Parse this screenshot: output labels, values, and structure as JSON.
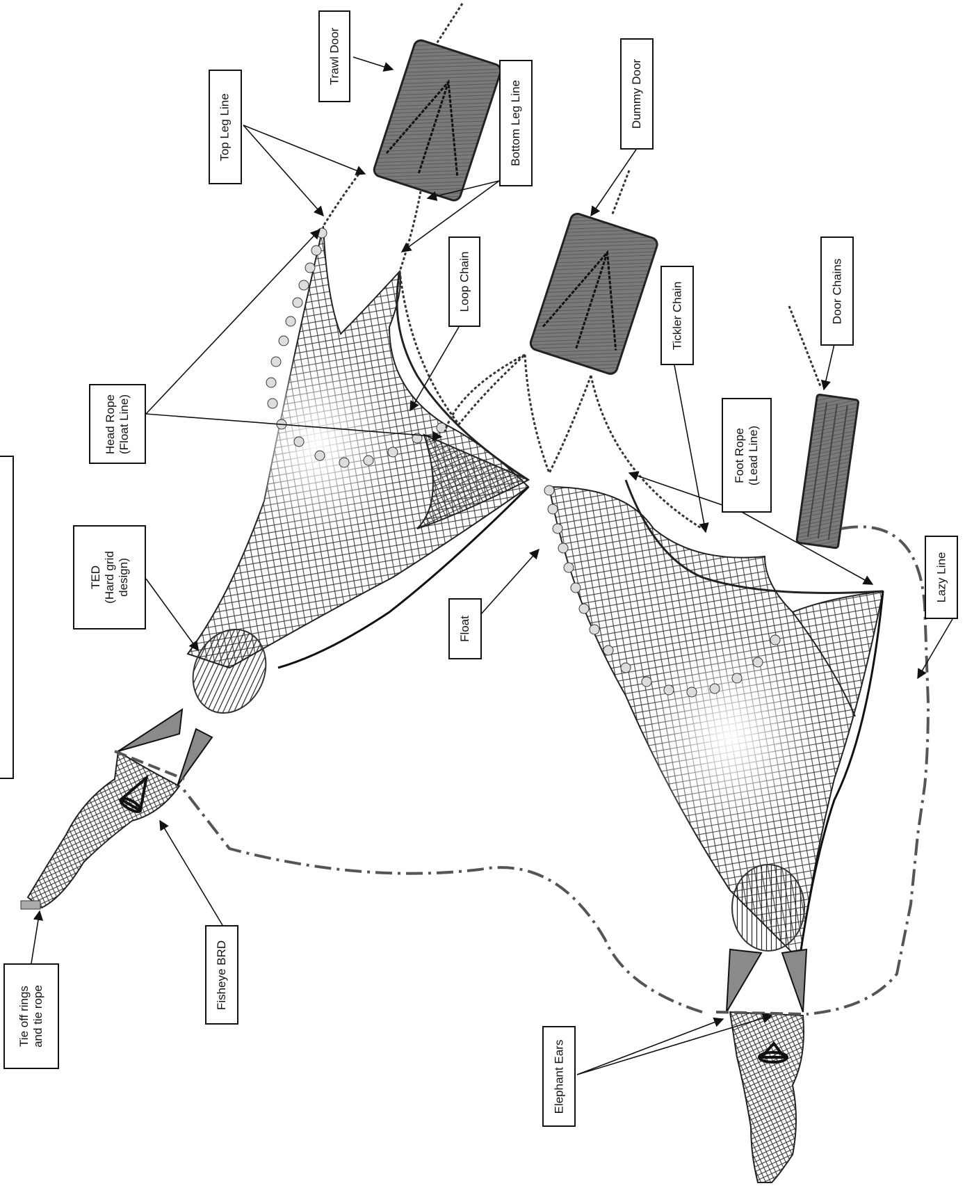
{
  "labels": {
    "trawl_door": "Trawl Door",
    "top_leg_line": "Top Leg Line",
    "bottom_leg_line": "Bottom Leg Line",
    "dummy_door": "Dummy Door",
    "loop_chain": "Loop Chain",
    "door_chains": "Door Chains",
    "tickler_chain": "Tickler Chain",
    "head_rope": "Head Rope\n(Float Line)",
    "foot_rope": "Foot Rope\n(Lead Line)",
    "ted": "TED\n(Hard grid\ndesign)",
    "float": "Float",
    "lazy_line": "Lazy Line",
    "fisheye_brd": "Fisheye BRD",
    "tie_off": "Tie off rings\nand tie rope",
    "elephant_ears": "Elephant Ears"
  },
  "colors": {
    "ink": "#111111",
    "net": "#3a3a3a",
    "door_wood": "#6e6e6e",
    "device_fill": "#8a8a8a",
    "lazy_line": "#555555"
  }
}
